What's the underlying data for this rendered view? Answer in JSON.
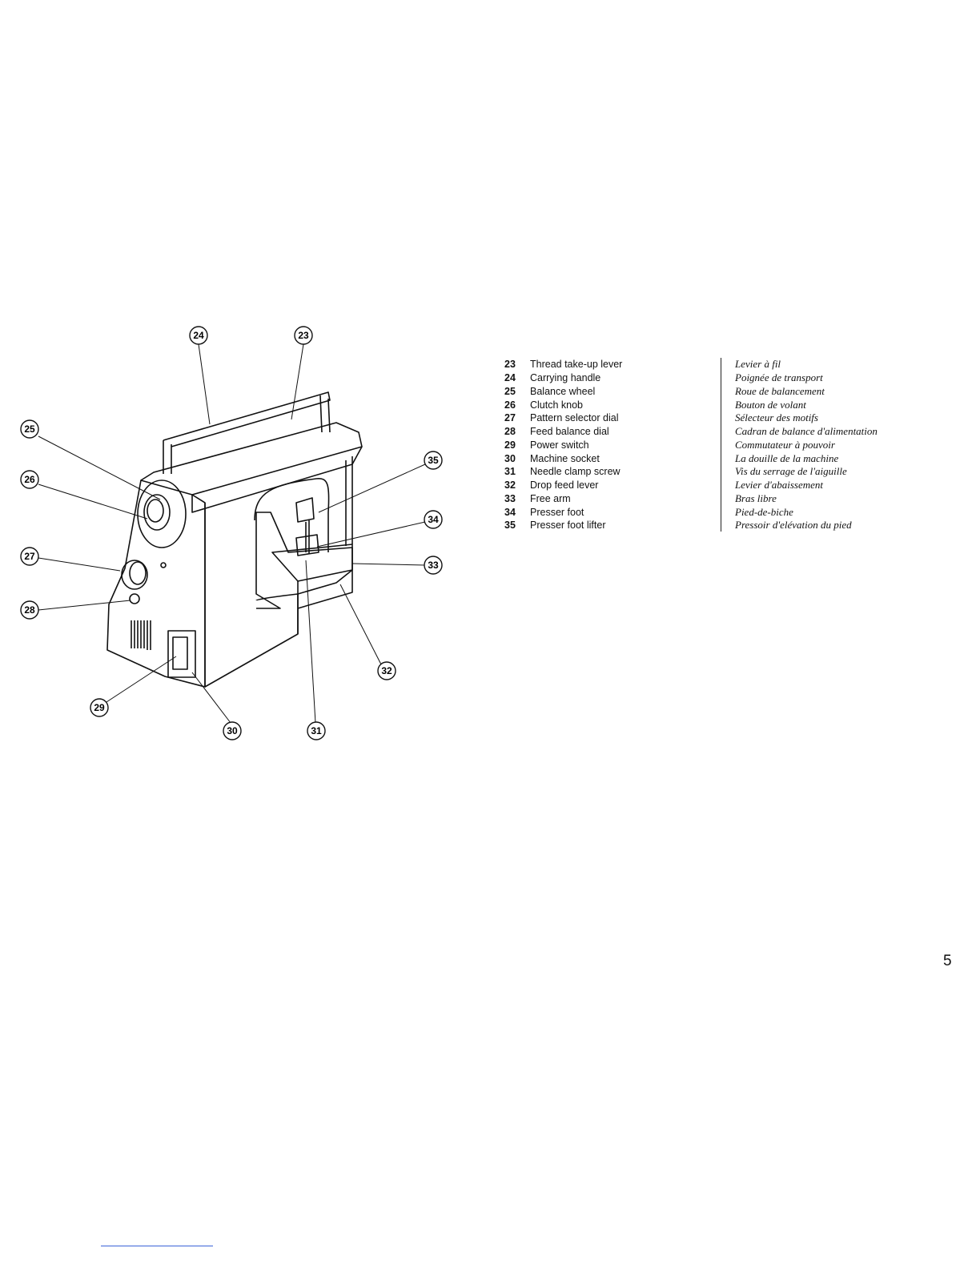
{
  "parts": [
    {
      "num": "23",
      "en": "Thread take-up lever",
      "fr": "Levier à fil"
    },
    {
      "num": "24",
      "en": "Carrying handle",
      "fr": "Poignée de transport"
    },
    {
      "num": "25",
      "en": "Balance wheel",
      "fr": "Roue de balancement"
    },
    {
      "num": "26",
      "en": "Clutch knob",
      "fr": "Bouton de volant"
    },
    {
      "num": "27",
      "en": "Pattern selector dial",
      "fr": "Sélecteur des motifs"
    },
    {
      "num": "28",
      "en": "Feed balance dial",
      "fr": "Cadran de balance d'alimentation"
    },
    {
      "num": "29",
      "en": "Power switch",
      "fr": "Commutateur à pouvoir"
    },
    {
      "num": "30",
      "en": "Machine socket",
      "fr": "La douille de la machine"
    },
    {
      "num": "31",
      "en": "Needle clamp screw",
      "fr": "Vis du serrage de l'aiguille"
    },
    {
      "num": "32",
      "en": "Drop feed lever",
      "fr": "Levier d'abaissement"
    },
    {
      "num": "33",
      "en": "Free arm",
      "fr": "Bras libre"
    },
    {
      "num": "34",
      "en": "Presser foot",
      "fr": "Pied-de-biche"
    },
    {
      "num": "35",
      "en": "Presser foot lifter",
      "fr": "Pressoir d'elévation du pied"
    }
  ],
  "callouts": {
    "c23": "23",
    "c24": "24",
    "c25": "25",
    "c26": "26",
    "c27": "27",
    "c28": "28",
    "c29": "29",
    "c30": "30",
    "c31": "31",
    "c32": "32",
    "c33": "33",
    "c34": "34",
    "c35": "35"
  },
  "page_number": "5"
}
